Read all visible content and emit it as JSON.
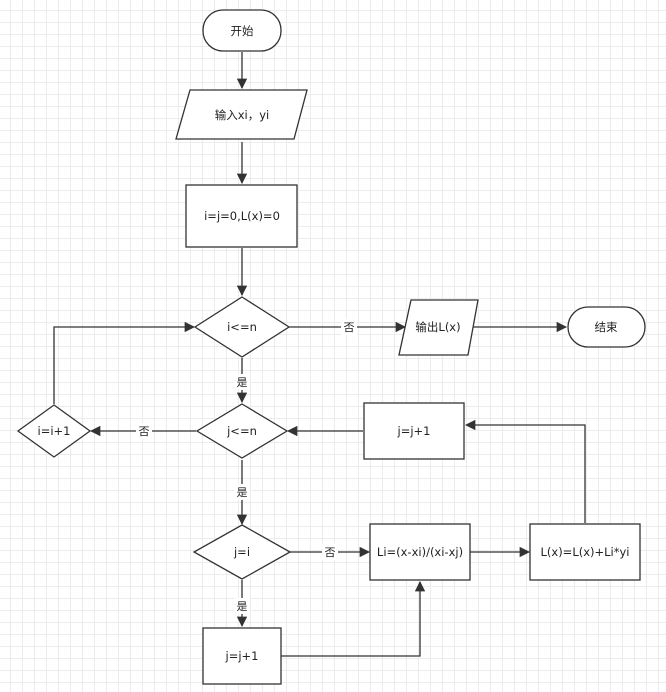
{
  "nodes": {
    "start": "开始",
    "input": "输入xi，yi",
    "init": "i=j=0,L(x)=0",
    "cond_i": "i<=n",
    "output": "输出L(x)",
    "end": "结束",
    "cond_j": "j<=n",
    "inc_i": "i=i+1",
    "inc_j_top": "j=j+1",
    "cond_ji": "j=i",
    "li": "Li=(x-xi)/(xi-xj)",
    "lx": "L(x)=L(x)+Li*yi",
    "inc_j_bottom": "j=j+1"
  },
  "edge_labels": {
    "cond_i_no": "否",
    "cond_i_yes": "是",
    "cond_j_no": "否",
    "cond_j_yes": "是",
    "cond_ji_no": "否",
    "cond_ji_yes": "是"
  },
  "colors": {
    "stroke": "#333333",
    "grid": "#ececec",
    "background": "#ffffff"
  }
}
